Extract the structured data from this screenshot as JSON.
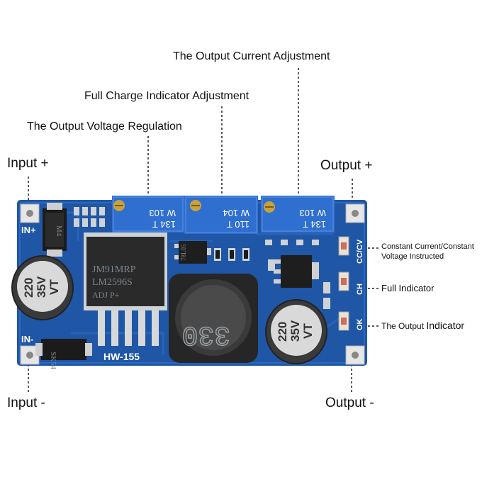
{
  "labels": {
    "output_current_adjustment": "The Output Current Adjustment",
    "full_charge_indicator_adjustment": "Full Charge Indicator Adjustment",
    "output_voltage_regulation": "The Output Voltage Regulation",
    "input_plus": "Input +",
    "output_plus": "Output +",
    "input_minus": "Input -",
    "output_minus": "Output -",
    "cc_cv_line1": "Constant Current/Constant",
    "cc_cv_line2": "Voltage Instructed",
    "full_indicator": "Full Indicator",
    "output_indicator_prefix": "The Output ",
    "output_indicator_suffix": "Indicator"
  },
  "board": {
    "model": "HW-155",
    "pad_in_plus": "IN+",
    "pad_in_minus": "IN-",
    "cap_left": {
      "value": "220",
      "voltage": "35V",
      "series": "VT"
    },
    "cap_right": {
      "value": "220",
      "voltage": "35V",
      "series": "VT"
    },
    "inductor_code": "330",
    "regulator": {
      "line1": "JM91MRP",
      "line2": "LM2596S",
      "line3": "ADJ  P+"
    },
    "diode_top": "M4",
    "diode_bottom": "SK54",
    "small_ic": "78L05",
    "pot_left": {
      "top": "W  103",
      "bottom": "134  T"
    },
    "pot_mid": {
      "top": "W  104",
      "bottom": "110  T"
    },
    "pot_right": {
      "top": "W  103",
      "bottom": "134  T"
    },
    "silk_cc_cv": "CC/CV",
    "silk_ch": "CH",
    "silk_ok": "OK"
  },
  "colors": {
    "pcb": "#1f56a6",
    "pcb_dark": "#173f7a",
    "pot_blue": "#2f6fd0",
    "brass": "#c8a23a"
  }
}
